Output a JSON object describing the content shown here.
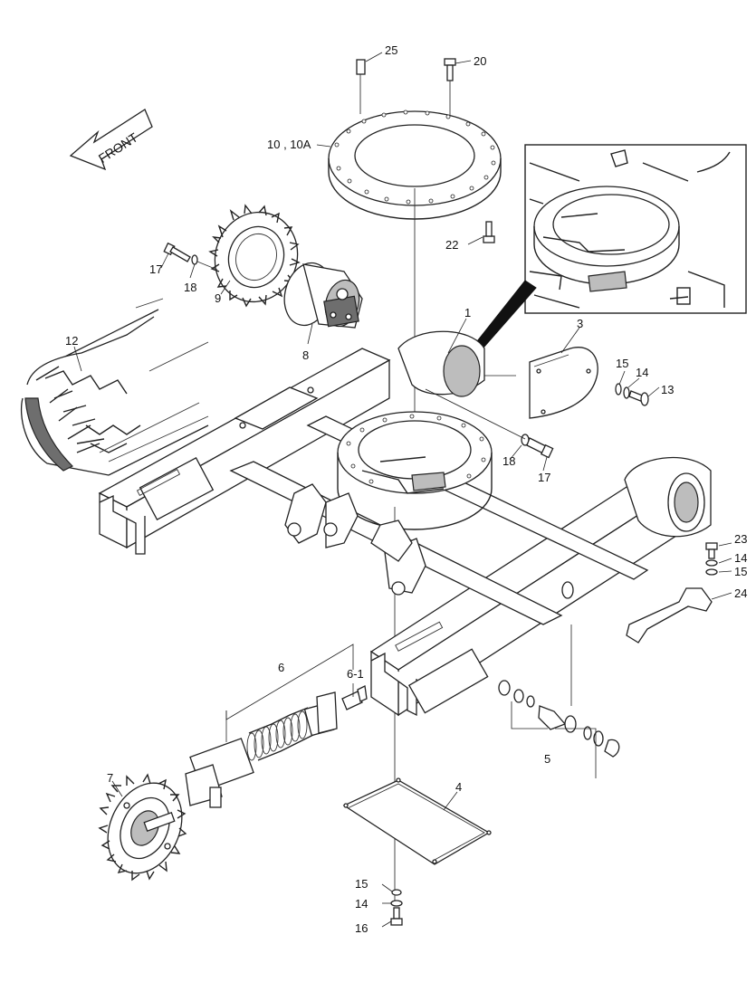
{
  "front_label": "FRONT",
  "callouts": {
    "c1": "1",
    "c3": "3",
    "c4": "4",
    "c5": "5",
    "c6": "6",
    "c6_1": "6-1",
    "c7": "7",
    "c8": "8",
    "c9": "9",
    "c10": "10 , 10A",
    "c12": "12",
    "c13": "13",
    "c14a": "14",
    "c14b": "14",
    "c14c": "14",
    "c15a": "15",
    "c15b": "15",
    "c15c": "15",
    "c16": "16",
    "c17a": "17",
    "c17b": "17",
    "c18a": "18",
    "c18b": "18",
    "c20": "20",
    "c22": "22",
    "c23": "23",
    "c24": "24",
    "c25": "25"
  }
}
